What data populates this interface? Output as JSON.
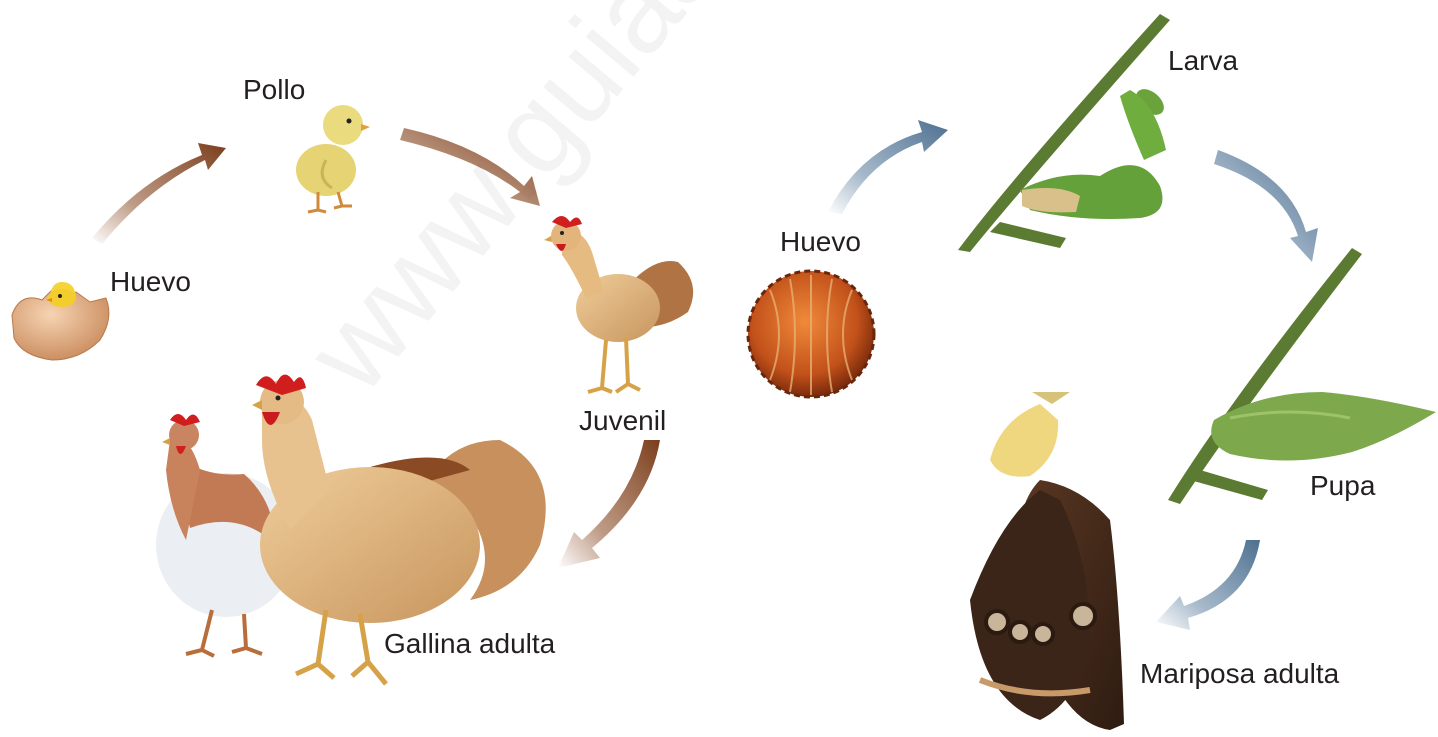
{
  "watermark": "www.guiasdeaprobacion",
  "chicken_cycle": {
    "stages": [
      "Huevo",
      "Pollo",
      "Juvenil",
      "Gallina adulta"
    ],
    "arrow_color": "#8a4a24"
  },
  "butterfly_cycle": {
    "stages": [
      "Huevo",
      "Larva",
      "Pupa",
      "Mariposa adulta"
    ],
    "arrow_color": "#5d7f9f"
  }
}
